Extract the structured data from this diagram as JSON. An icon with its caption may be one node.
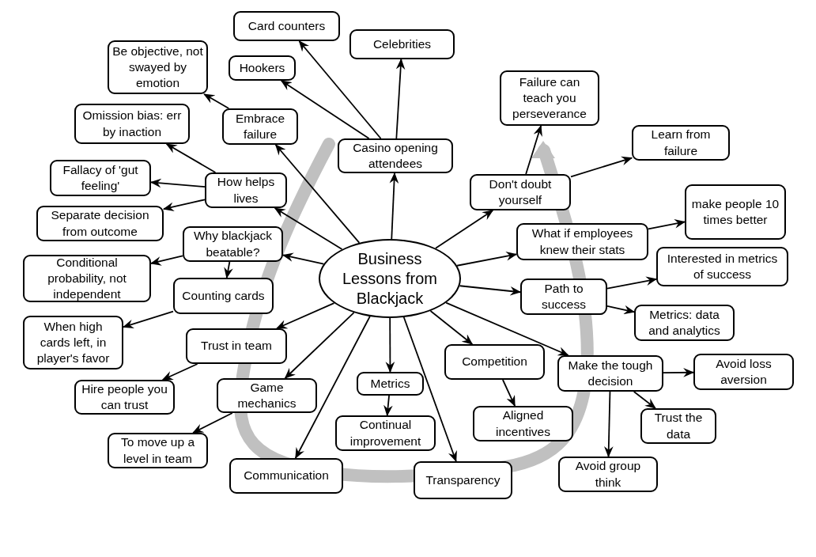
{
  "diagram": {
    "nodes": [
      {
        "text": [
          "Business Lessons from Blackjack"
        ]
      },
      {
        "text": [
          "Casino opening attendees"
        ]
      },
      {
        "text": [
          "Card counters"
        ]
      },
      {
        "text": [
          "Hookers"
        ]
      },
      {
        "text": [
          "Celebrities"
        ]
      },
      {
        "text": [
          "Embrace failure"
        ]
      },
      {
        "text": [
          "Be objective, not swayed by emotion"
        ]
      },
      {
        "text": [
          "How helps lives"
        ]
      },
      {
        "text": [
          "Omission bias: err by inaction"
        ]
      },
      {
        "text": [
          "Fallacy of 'gut feeling'"
        ]
      },
      {
        "text": [
          "Separate decision from outcome"
        ]
      },
      {
        "text": [
          "Why blackjack beatable?"
        ]
      },
      {
        "text": [
          "Conditional probability, not independent"
        ]
      },
      {
        "text": [
          "Counting cards"
        ]
      },
      {
        "text": [
          "When high cards left, in player's favor"
        ]
      },
      {
        "text": [
          "Trust in team"
        ]
      },
      {
        "text": [
          "Hire people you can trust"
        ]
      },
      {
        "text": [
          "Game mechanics"
        ]
      },
      {
        "text": [
          "To move up a level in team"
        ]
      },
      {
        "text": [
          "Communication"
        ]
      },
      {
        "text": [
          "Metrics"
        ]
      },
      {
        "text": [
          "Continual improvement"
        ]
      },
      {
        "text": [
          "Transparency"
        ]
      },
      {
        "text": [
          "Competition"
        ]
      },
      {
        "text": [
          "Aligned incentives"
        ]
      },
      {
        "text": [
          "Make the tough decision"
        ]
      },
      {
        "text": [
          "Avoid loss aversion"
        ]
      },
      {
        "text": [
          "Trust the data"
        ]
      },
      {
        "text": [
          "Avoid group think"
        ]
      },
      {
        "text": [
          "Path to success"
        ]
      },
      {
        "text": [
          "Interested in metrics of success"
        ]
      },
      {
        "text": [
          "Metrics: data and analytics"
        ]
      },
      {
        "text": [
          "What if employees knew their stats"
        ]
      },
      {
        "text": [
          "make people 10 times better"
        ]
      },
      {
        "text": [
          "Don't doubt yourself"
        ]
      },
      {
        "text": [
          "Failure can teach you perseverance"
        ]
      },
      {
        "text": [
          "Learn from failure"
        ]
      }
    ],
    "edges": [
      {
        "from": 0,
        "to": 1,
        "arrow": "to"
      },
      {
        "from": 1,
        "to": 2,
        "arrow": "to"
      },
      {
        "from": 1,
        "to": 3,
        "arrow": "to"
      },
      {
        "from": 1,
        "to": 4,
        "arrow": "to"
      },
      {
        "from": 0,
        "to": 5,
        "arrow": "to"
      },
      {
        "from": 5,
        "to": 6,
        "arrow": "to"
      },
      {
        "from": 0,
        "to": 7,
        "arrow": "to"
      },
      {
        "from": 7,
        "to": 8,
        "arrow": "to"
      },
      {
        "from": 7,
        "to": 9,
        "arrow": "to"
      },
      {
        "from": 7,
        "to": 10,
        "arrow": "to"
      },
      {
        "from": 0,
        "to": 11,
        "arrow": "to"
      },
      {
        "from": 11,
        "to": 12,
        "arrow": "to"
      },
      {
        "from": 11,
        "to": 13,
        "arrow": "to"
      },
      {
        "from": 13,
        "to": 14,
        "arrow": "to"
      },
      {
        "from": 0,
        "to": 15,
        "arrow": "to"
      },
      {
        "from": 15,
        "to": 16,
        "arrow": "to"
      },
      {
        "from": 0,
        "to": 17,
        "arrow": "to"
      },
      {
        "from": 17,
        "to": 18,
        "arrow": "to"
      },
      {
        "from": 0,
        "to": 19,
        "arrow": "to"
      },
      {
        "from": 0,
        "to": 20,
        "arrow": "to"
      },
      {
        "from": 20,
        "to": 21,
        "arrow": "to"
      },
      {
        "from": 0,
        "to": 22,
        "arrow": "to"
      },
      {
        "from": 0,
        "to": 23,
        "arrow": "to"
      },
      {
        "from": 23,
        "to": 24,
        "arrow": "to"
      },
      {
        "from": 0,
        "to": 25,
        "arrow": "to"
      },
      {
        "from": 25,
        "to": 26,
        "arrow": "to"
      },
      {
        "from": 25,
        "to": 27,
        "arrow": "to"
      },
      {
        "from": 25,
        "to": 28,
        "arrow": "to"
      },
      {
        "from": 0,
        "to": 29,
        "arrow": "to"
      },
      {
        "from": 29,
        "to": 30,
        "arrow": "to"
      },
      {
        "from": 29,
        "to": 31,
        "arrow": "to"
      },
      {
        "from": 0,
        "to": 32,
        "arrow": "to"
      },
      {
        "from": 32,
        "to": 33,
        "arrow": "to"
      },
      {
        "from": 0,
        "to": 34,
        "arrow": "to"
      },
      {
        "from": 34,
        "to": 35,
        "arrow": "to"
      },
      {
        "from": 34,
        "to": 36,
        "arrow": "to"
      }
    ]
  }
}
